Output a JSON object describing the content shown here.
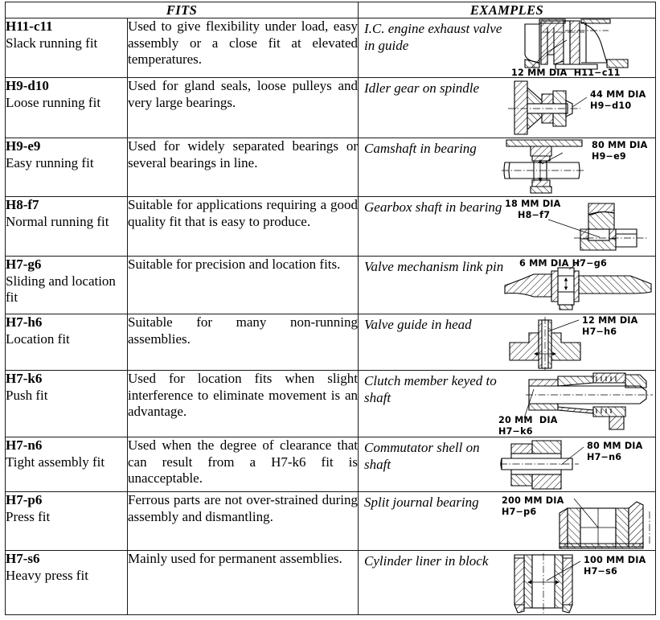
{
  "table": {
    "headers": {
      "fits": "FITS",
      "examples": "EXAMPLES"
    },
    "rows": [
      {
        "code": "H11-c11",
        "name": "Slack running fit",
        "description": "Used to give flexibility under load, easy assembly or a close fit at elevated temperatures.",
        "example": "I.C. engine exhaust valve in guide",
        "annotation": "12 MM DIA  H11−c11",
        "annotation_lines": [
          "12 MM DIA  H11−c11"
        ],
        "figure": "exhaust-valve-in-guide"
      },
      {
        "code": "H9-d10",
        "name": "Loose running fit",
        "description": "Used for gland seals, loose pulleys and very large bearings.",
        "example": "Idler gear on spindle",
        "annotation": "44 MM DIA H9−d10",
        "annotation_lines": [
          "44 MM DIA",
          "H9−d10"
        ],
        "figure": "idler-gear-on-spindle"
      },
      {
        "code": "H9-e9",
        "name": "Easy running fit",
        "description": "Used for widely separated bearings or several bearings in line.",
        "example": "Camshaft in bearing",
        "annotation": "80 MM DIA H9−e9",
        "annotation_lines": [
          "80 MM DIA",
          "H9−e9"
        ],
        "figure": "camshaft-in-bearing"
      },
      {
        "code": "H8-f7",
        "name": "Normal running fit",
        "description": "Suitable for applications requiring a good quality fit that is easy to produce.",
        "example": "Gearbox shaft in bearing",
        "annotation": "18 MM DIA H8−f7",
        "annotation_lines": [
          "18 MM DIA",
          "H8−f7"
        ],
        "figure": "gearbox-shaft-in-bearing"
      },
      {
        "code": "H7-g6",
        "name": "Sliding and location fit",
        "description": "Suitable for precision and location fits.",
        "example": "Valve mechanism link pin",
        "annotation": "6 MM DIA H7−g6",
        "annotation_lines": [
          "6 MM DIA H7−g6"
        ],
        "figure": "valve-mechanism-link-pin"
      },
      {
        "code": "H7-h6",
        "name": "Location fit",
        "description": "Suitable for many non-running assemblies.",
        "example": "Valve guide in head",
        "annotation": "12 MM DIA H7−h6",
        "annotation_lines": [
          "12 MM DIA",
          "H7−h6"
        ],
        "figure": "valve-guide-in-head"
      },
      {
        "code": "H7-k6",
        "name": "Push fit",
        "description": "Used for location fits when slight interference to eliminate movement is an advantage.",
        "example": "Clutch member keyed to shaft",
        "annotation": "20 MM DIA H7−k6",
        "annotation_lines": [
          "20 MM  DIA",
          "H7−k6"
        ],
        "figure": "clutch-member-keyed-to-shaft"
      },
      {
        "code": "H7-n6",
        "name": "Tight assembly fit",
        "description": "Used when the degree of clearance that can result from a H7-k6 fit is unacceptable.",
        "example": "Commutator shell on shaft",
        "annotation": "80 MM DIA H7−n6",
        "annotation_lines": [
          "80 MM DIA",
          "H7−n6"
        ],
        "figure": "commutator-shell-on-shaft"
      },
      {
        "code": "H7-p6",
        "name": "Press fit",
        "description": "Ferrous parts are not over-strained during assembly and dismantling.",
        "example": "Split journal bearing",
        "annotation": "200 MM DIA H7−p6",
        "annotation_lines": [
          "200 MM DIA",
          "H7−p6"
        ],
        "figure": "split-journal-bearing"
      },
      {
        "code": "H7-s6",
        "name": "Heavy press fit",
        "description": "Mainly used for permanent assemblies.",
        "example": "Cylinder liner in block",
        "annotation": "100 MM DIA H7−s6",
        "annotation_lines": [
          "100 MM DIA",
          "H7−s6"
        ],
        "figure": "cylinder-liner-in-block"
      }
    ]
  },
  "colors": {
    "ink": "#000000",
    "border": "#1a1a1a",
    "background": "#ffffff"
  }
}
